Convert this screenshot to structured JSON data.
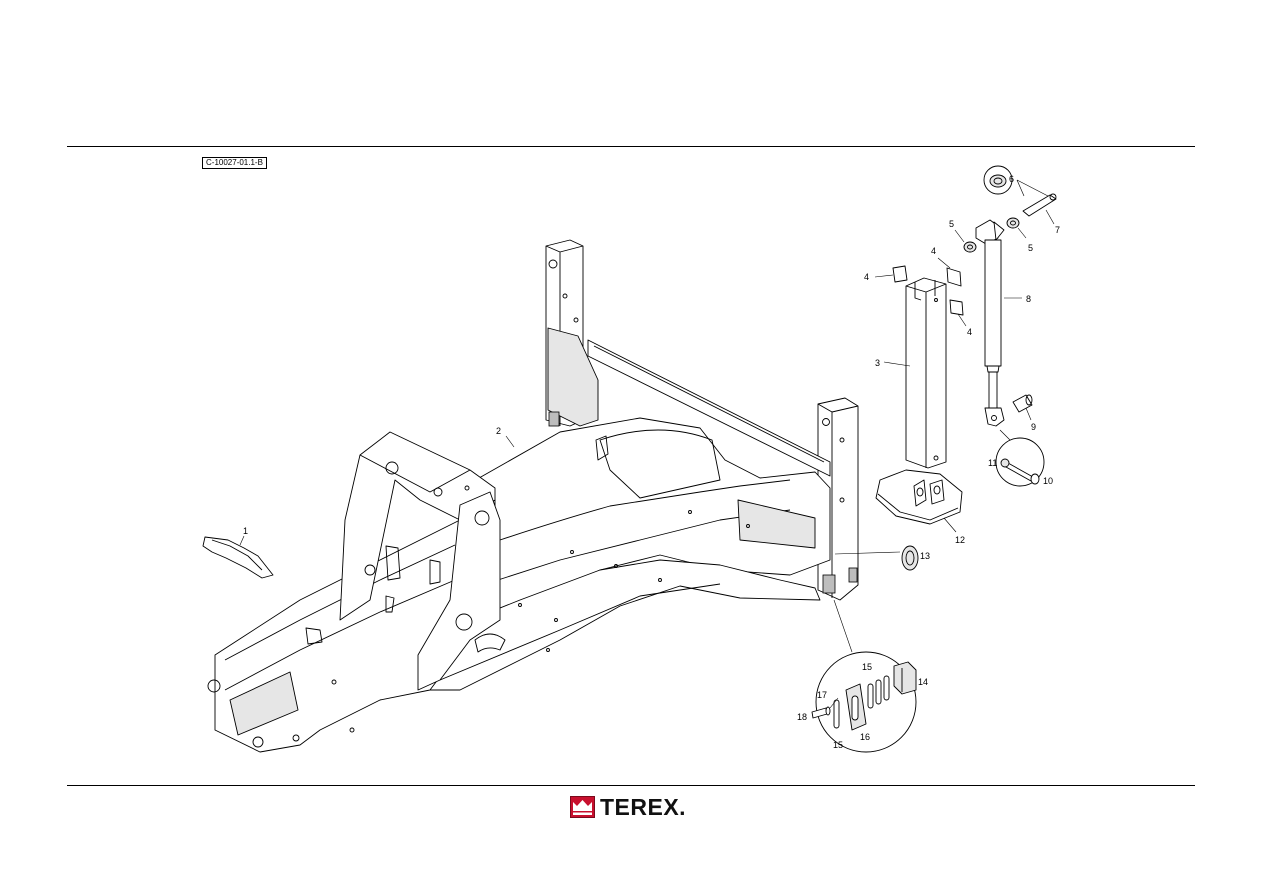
{
  "drawing_ref": "C-10027-01.1-B",
  "brand": {
    "name": "TEREX.",
    "color": "#c8102e"
  },
  "callouts": {
    "c1": "1",
    "c2": "2",
    "c3": "3",
    "c4a": "4",
    "c4b": "4",
    "c4c": "4",
    "c5a": "5",
    "c5b": "5",
    "c6": "6",
    "c7": "7",
    "c8": "8",
    "c9": "9",
    "c10": "10",
    "c11": "11",
    "c12": "12",
    "c13": "13",
    "c14": "14",
    "c15a": "15",
    "c15b": "15",
    "c16": "16",
    "c17": "17",
    "c18": "18"
  }
}
